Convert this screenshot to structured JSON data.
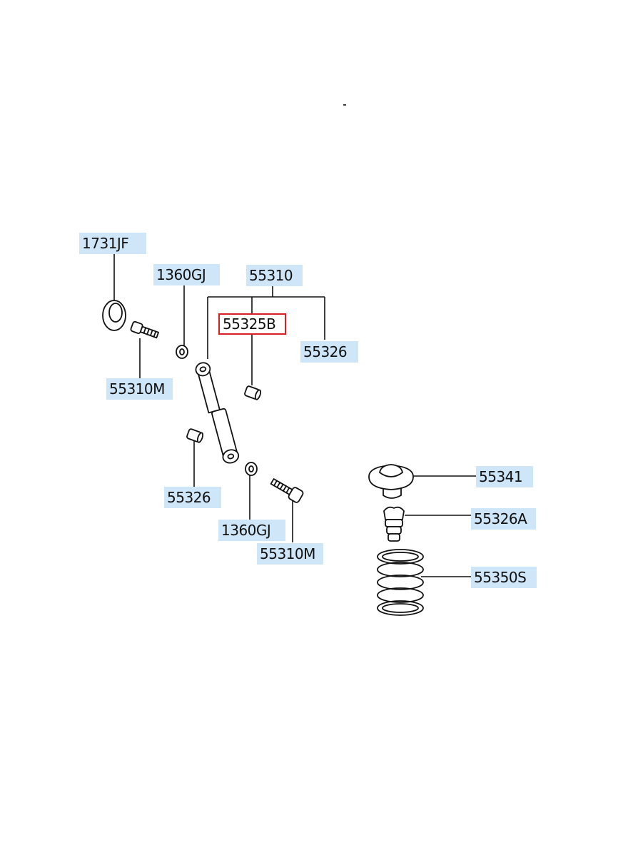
{
  "diagram": {
    "labels": {
      "l_1731jf": "1731JF",
      "l_1360gj_top": "1360GJ",
      "l_55310": "55310",
      "l_55325b": "55325B",
      "l_55326_right": "55326",
      "l_55310m_left": "55310M",
      "l_55326_left": "55326",
      "l_1360gj_bottom": "1360GJ",
      "l_55310m_bottom": "55310M",
      "l_55341": "55341",
      "l_55326a": "55326A",
      "l_55350s": "55350S"
    },
    "selected_part": "55325B",
    "colors": {
      "label_bg": "#cfe5f8",
      "selected_border": "#d91f26",
      "line": "#111111"
    }
  }
}
